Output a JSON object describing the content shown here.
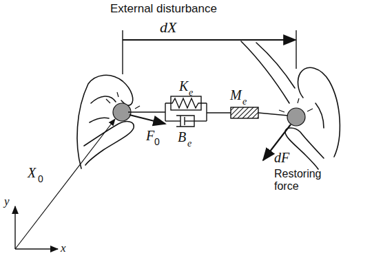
{
  "diagram": {
    "labels": [
      "External disturbance",
      "dX",
      "K",
      "e",
      "B",
      "e",
      "M",
      "e",
      "F",
      "0",
      "dF",
      "Restoring force",
      "X",
      "0",
      "y",
      "x"
    ]
  }
}
